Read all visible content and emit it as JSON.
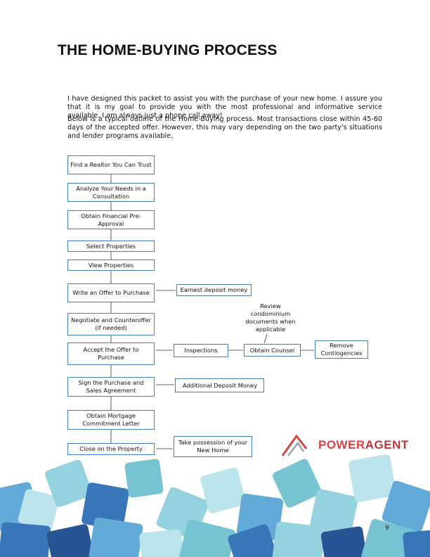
{
  "document": {
    "title": "THE HOME-BUYING PROCESS",
    "paragraph1": "I have designed this packet to assist you with the purchase of your new home. I assure you that it is my goal to provide you with the most professional and informative service available. I am always just a phone call away!",
    "paragraph2": "Below is a typical outline of the Home-Buying process. Most transactions close within 45-60 days of the accepted offer. However, this may vary depending on the two party's situations and lender programs available.",
    "page_number": "9"
  },
  "flow": {
    "find_realtor": "Find a Realtor You Can Trust",
    "analyze_needs": "Analyze Your Needs in a Consultation",
    "obtain_preapproval": "Obtain Financial Pre-Approval",
    "select_properties": "Select Properties",
    "view_properties": "View Properties",
    "write_offer": "Write an Offer to Purchase",
    "earnest_deposit": "Earnest deposit money",
    "review_condo": "Review condominium documents when applicable",
    "negotiate": "Negotiate and Counteroffer (if needed)",
    "accept_offer": "Accept the Offer to Purchase",
    "inspections": "Inspections",
    "obtain_counsel": "Obtain Counsel",
    "remove_contingencies": "Remove Contingencies",
    "sign_agreement": "Sign the Purchase and Sales Agreement",
    "additional_deposit": "Additional Deposit Money",
    "mortgage_letter": "Obtain Mortgage Commitment Letter",
    "close_property": "Close on the Property",
    "take_possession": "Take possession of your New Home"
  },
  "logo": {
    "brand_prefix": "POWER",
    "brand_suffix": "AGENT"
  },
  "colors": {
    "box_border": "#3f7fc2",
    "puzzle_palette": [
      "#8fd0de",
      "#5aa6d6",
      "#2e6fb6",
      "#1c4c8f",
      "#b9e3ec",
      "#6fc1cf"
    ]
  }
}
